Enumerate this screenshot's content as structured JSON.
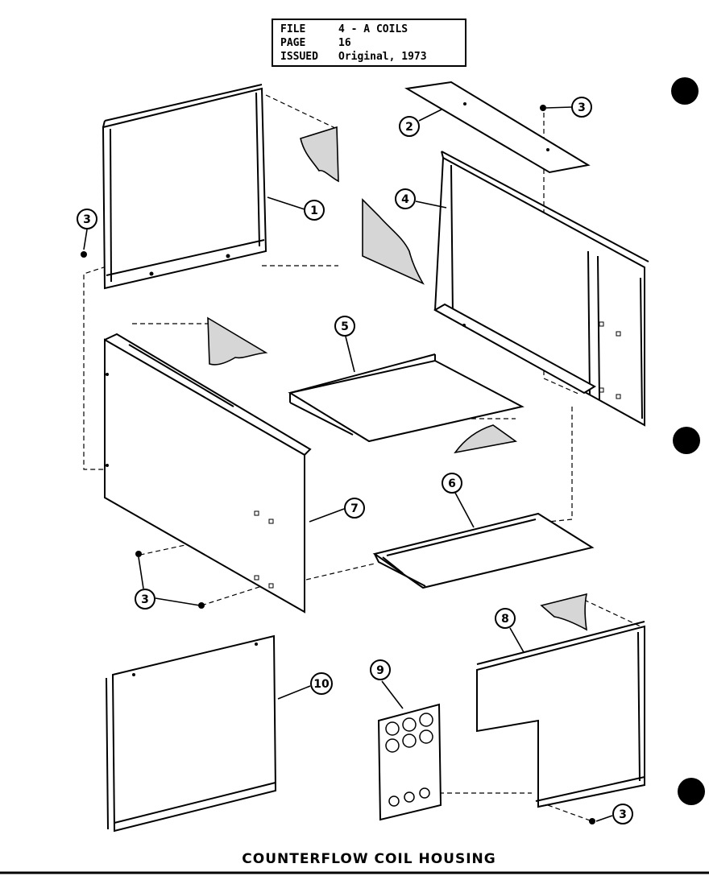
{
  "file_box": {
    "file_label": "FILE",
    "file_value": "4 - A COILS",
    "page_label": "PAGE",
    "page_value": "16",
    "issued_label": "ISSUED",
    "issued_value": "Original, 1973"
  },
  "callouts": [
    "1",
    "2",
    "3",
    "4",
    "5",
    "6",
    "7",
    "8",
    "9",
    "10"
  ],
  "caption": "COUNTERFLOW COIL HOUSING"
}
